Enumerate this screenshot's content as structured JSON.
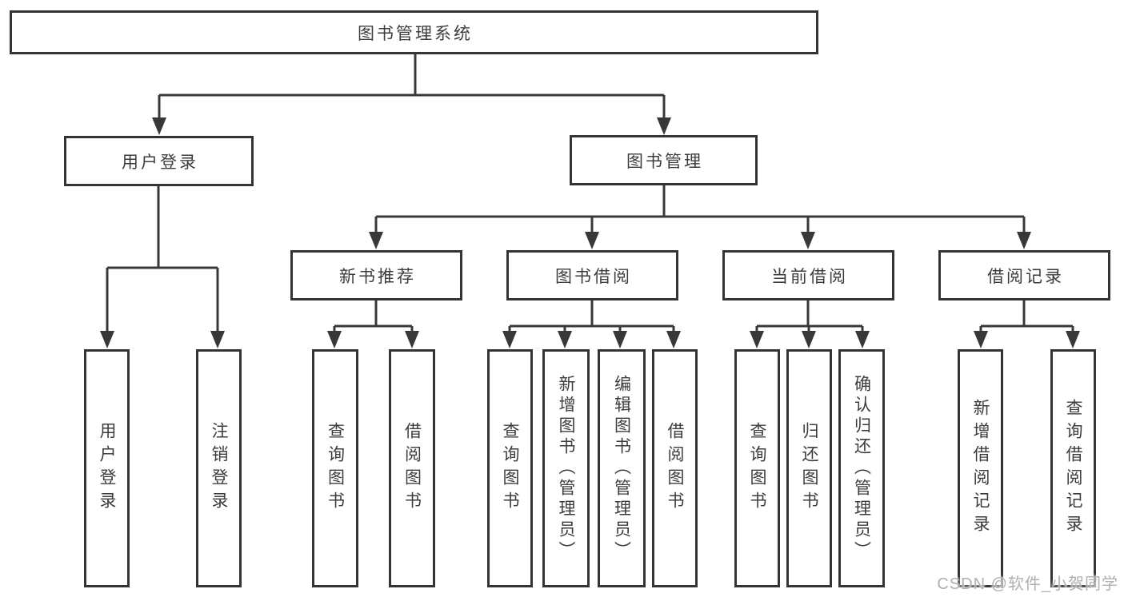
{
  "diagram": {
    "title": "图书管理系统"
  },
  "tree": {
    "label": "图书管理系统",
    "children": [
      {
        "label": "用户登录",
        "children": [
          {
            "label": "用户登录"
          },
          {
            "label": "注销登录"
          }
        ]
      },
      {
        "label": "图书管理",
        "children": [
          {
            "label": "新书推荐",
            "children": [
              {
                "label": "查询图书"
              },
              {
                "label": "借阅图书"
              }
            ]
          },
          {
            "label": "图书借阅",
            "children": [
              {
                "label": "查询图书"
              },
              {
                "label": "新增图书（管理员）"
              },
              {
                "label": "编辑图书（管理员）"
              },
              {
                "label": "借阅图书"
              }
            ]
          },
          {
            "label": "当前借阅",
            "children": [
              {
                "label": "查询图书"
              },
              {
                "label": "归还图书"
              },
              {
                "label": "确认归还（管理员）"
              }
            ]
          },
          {
            "label": "借阅记录",
            "children": [
              {
                "label": "新增借阅记录"
              },
              {
                "label": "查询借阅记录"
              }
            ]
          }
        ]
      }
    ]
  },
  "watermark": {
    "text": "CSDN @软件_小贺同学"
  },
  "colors": {
    "line": "#383838",
    "box_border": "#343434",
    "text": "#3c3c3c",
    "watermark": "#b0b0b0",
    "background": "#ffffff"
  }
}
